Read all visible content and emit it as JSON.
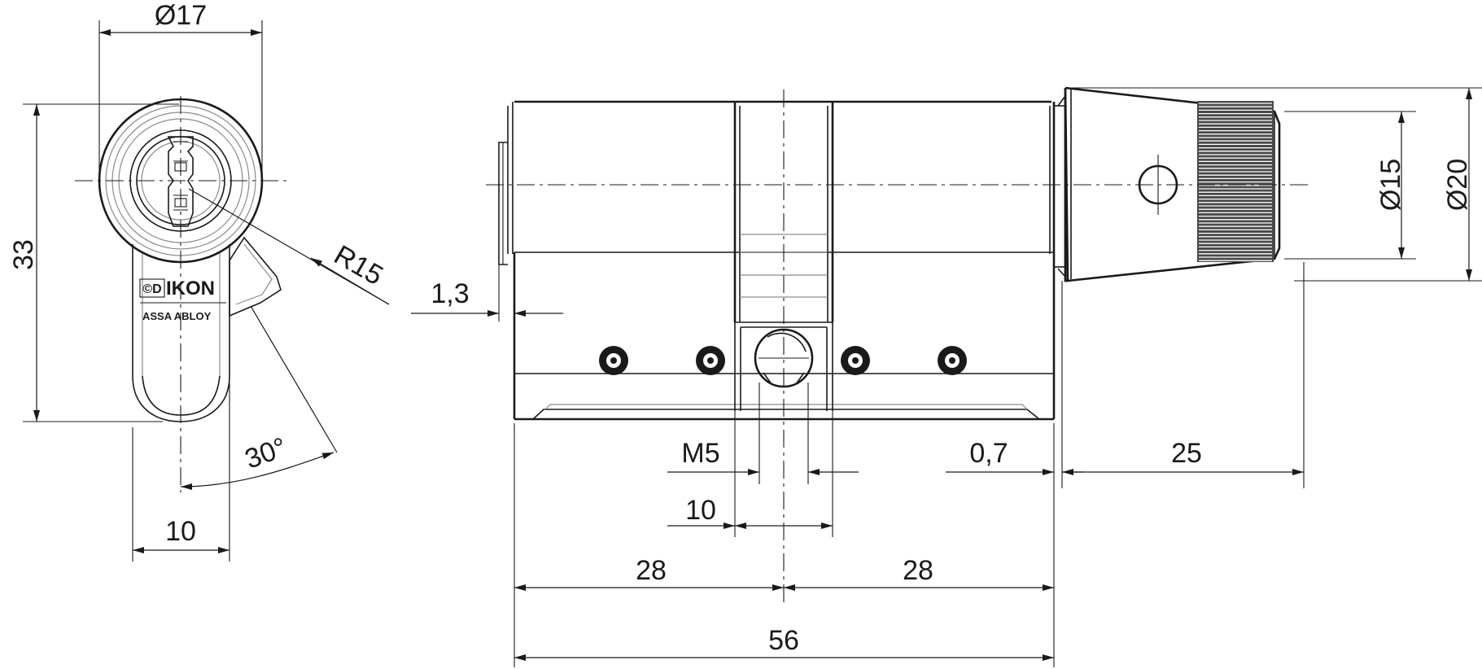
{
  "dimensions": {
    "dia17": "Ø17",
    "h33": "33",
    "r15": "R15",
    "angle30": "30°",
    "w10_front": "10",
    "t1_3": "1,3",
    "m5": "M5",
    "w10_cam": "10",
    "t0_7": "0,7",
    "l25": "25",
    "l28_left": "28",
    "l28_right": "28",
    "l56": "56",
    "dia15": "Ø15",
    "dia20": "Ø20"
  },
  "logo": {
    "brand": "IKON",
    "badge": "©D",
    "maker": "ASSA ABLOY"
  }
}
